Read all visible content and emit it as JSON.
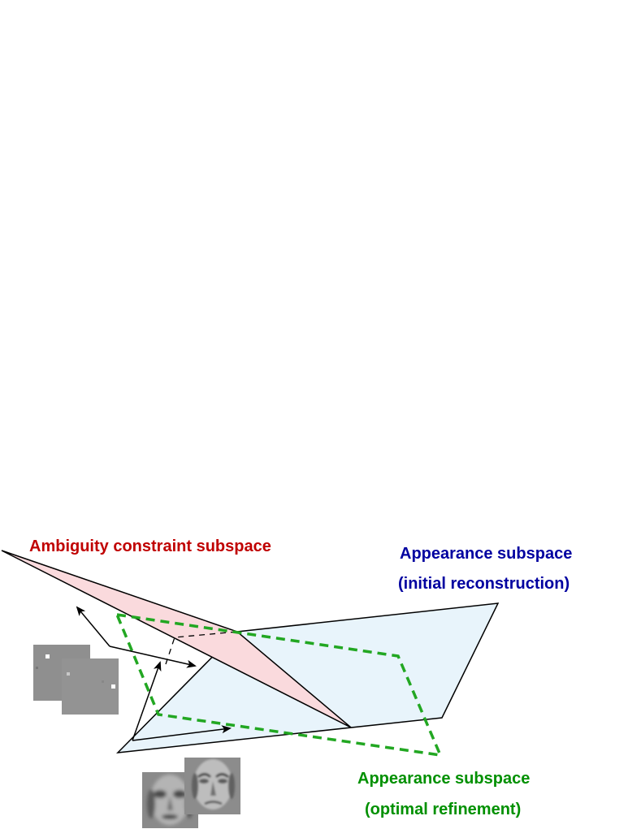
{
  "labels": {
    "ambiguity_constraint": "Ambiguity constraint subspace",
    "appearance_initial_line1": "Appearance subspace",
    "appearance_initial_line2": "(initial reconstruction)",
    "appearance_optimal_line1": "Appearance subspace",
    "appearance_optimal_line2": "(optimal refinement)"
  },
  "colors": {
    "ambiguity": "#c00000",
    "appearance_initial": "#0000a0",
    "appearance_optimal": "#009000",
    "ambiguity_fill": "#fadadd",
    "appearance_fill": "#e8f4fb",
    "optimal_stroke": "#22a722"
  },
  "images": {
    "ambiguity_basis": [
      "speckle-basis-image-1",
      "speckle-basis-image-2"
    ],
    "appearance_basis": [
      "face-basis-image-1",
      "face-basis-image-2"
    ]
  }
}
